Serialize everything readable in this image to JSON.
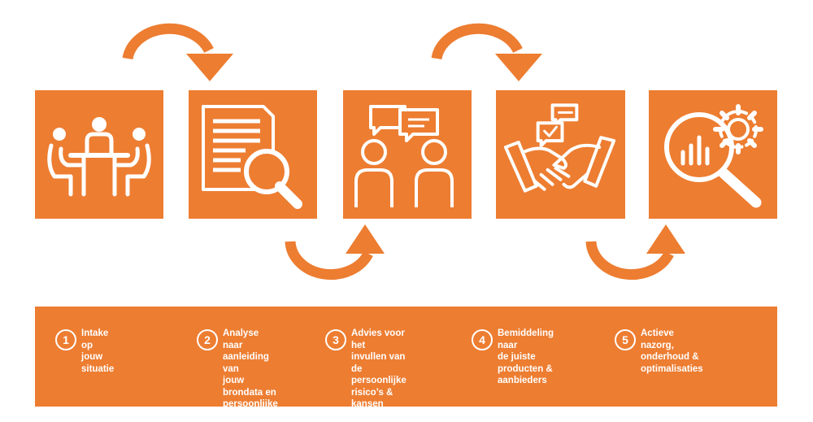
{
  "colors": {
    "accent": "#ED7D31",
    "icon": "#FFFFFF",
    "background": "#FFFFFF"
  },
  "tiles": [
    {
      "icon": "meeting-table-icon"
    },
    {
      "icon": "document-magnifier-icon"
    },
    {
      "icon": "two-people-chat-icon"
    },
    {
      "icon": "handshake-chat-icon"
    },
    {
      "icon": "chart-magnifier-gear-icon"
    }
  ],
  "steps": [
    {
      "number": "1",
      "label": "Intake op jouw\nsituatie"
    },
    {
      "number": "2",
      "label": "Analyse naar\naanleiding van\njouw brondata en\npersoonlijke\nwensen"
    },
    {
      "number": "3",
      "label": "Advies voor het\ninvullen van de\npersoonlijke\nrisico’s &\nkansen"
    },
    {
      "number": "4",
      "label": "Bemiddeling naar\nde juiste\nproducten &\naanbieders"
    },
    {
      "number": "5",
      "label": "Actieve nazorg,\nonderhoud &\noptimalisaties"
    }
  ]
}
